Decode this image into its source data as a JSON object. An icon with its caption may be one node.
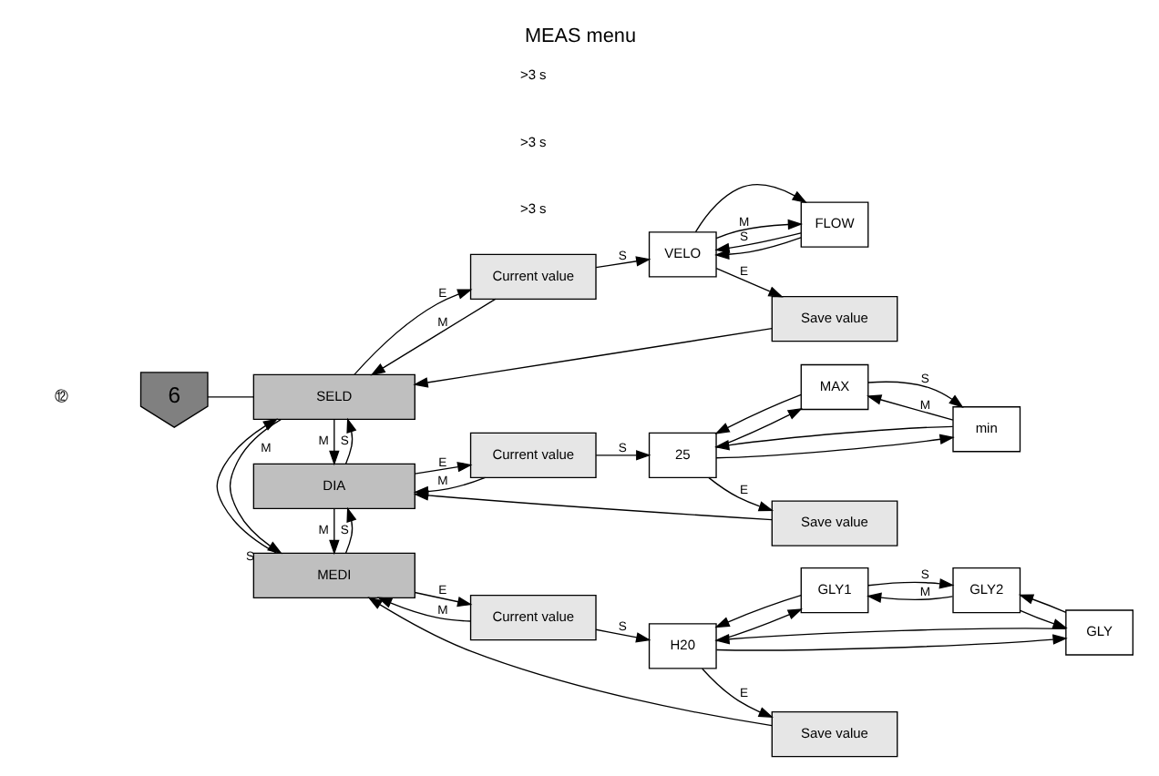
{
  "diagram": {
    "title": "MEAS menu",
    "nodes": [
      {
        "text": [
          "6"
        ]
      },
      {
        "text": [
          "SELD"
        ]
      },
      {
        "text": [
          "DIA"
        ]
      },
      {
        "text": [
          "MEDI"
        ]
      },
      {
        "text": [
          "Current value"
        ]
      },
      {
        "text": [
          "Save value"
        ]
      },
      {
        "text": [
          "VELO"
        ]
      },
      {
        "text": [
          "FLOW"
        ]
      },
      {
        "text": [
          "Current value"
        ]
      },
      {
        "text": [
          "Save value"
        ]
      },
      {
        "text": [
          "25"
        ]
      },
      {
        "text": [
          "MAX"
        ]
      },
      {
        "text": [
          "min"
        ]
      },
      {
        "text": [
          "Current value"
        ]
      },
      {
        "text": [
          "Save value"
        ]
      },
      {
        "text": [
          "H20"
        ]
      },
      {
        "text": [
          "GLY1"
        ]
      },
      {
        "text": [
          "GLY2"
        ]
      },
      {
        "text": [
          "GLY"
        ]
      }
    ],
    "edges": [
      {
        "from": 0,
        "to": 1,
        "arrow": "none"
      },
      {
        "from": 1,
        "to": 3,
        "arrow": "to",
        "label": "S"
      },
      {
        "from": 3,
        "to": 1,
        "arrow": "to",
        "label": "M"
      },
      {
        "from": 1,
        "to": 2,
        "arrow": "to",
        "label": "M"
      },
      {
        "from": 2,
        "to": 1,
        "arrow": "to",
        "label": "S"
      },
      {
        "from": 2,
        "to": 3,
        "arrow": "to",
        "label": "M"
      },
      {
        "from": 3,
        "to": 2,
        "arrow": "to",
        "label": "S"
      },
      {
        "from": 1,
        "to": 4,
        "arrow": "to",
        "label": "E"
      },
      {
        "from": 4,
        "to": 1,
        "arrow": "to",
        "label": "M"
      },
      {
        "from": 5,
        "to": 1,
        "arrow": "to"
      },
      {
        "from": 4,
        "to": 6,
        "arrow": "to",
        "label": "S"
      },
      {
        "from": 6,
        "to": 5,
        "arrow": "to",
        "label": "E"
      },
      {
        "from": 7,
        "to": 6,
        "arrow": "to",
        "label": "S"
      },
      {
        "from": 6,
        "to": 7,
        "arrow": "to"
      },
      {
        "from": 7,
        "to": 6,
        "arrow": "to"
      },
      {
        "from": 6,
        "to": 7,
        "arrow": "to",
        "label": "M"
      },
      {
        "from": 2,
        "to": 8,
        "arrow": "to",
        "label": "E"
      },
      {
        "from": 8,
        "to": 2,
        "arrow": "to",
        "label": "M"
      },
      {
        "from": 9,
        "to": 2,
        "arrow": "to"
      },
      {
        "from": 8,
        "to": 10,
        "arrow": "to",
        "label": "S"
      },
      {
        "from": 10,
        "to": 9,
        "arrow": "to",
        "label": "E"
      },
      {
        "from": 12,
        "to": 10,
        "arrow": "to"
      },
      {
        "from": 10,
        "to": 11,
        "arrow": "to"
      },
      {
        "from": 11,
        "to": 12,
        "arrow": "to",
        "label": "S"
      },
      {
        "from": 11,
        "to": 10,
        "arrow": "to"
      },
      {
        "from": 12,
        "to": 11,
        "arrow": "to",
        "label": "M"
      },
      {
        "from": 10,
        "to": 12,
        "arrow": "to"
      },
      {
        "from": 3,
        "to": 13,
        "arrow": "to",
        "label": "E"
      },
      {
        "from": 13,
        "to": 3,
        "arrow": "to",
        "label": "M"
      },
      {
        "from": 14,
        "to": 3,
        "arrow": "to"
      },
      {
        "from": 13,
        "to": 15,
        "arrow": "to",
        "label": "S"
      },
      {
        "from": 15,
        "to": 14,
        "arrow": "to",
        "label": "E"
      },
      {
        "from": 18,
        "to": 15,
        "arrow": "to"
      },
      {
        "from": 15,
        "to": 16,
        "arrow": "to"
      },
      {
        "from": 16,
        "to": 17,
        "arrow": "to",
        "label": "S"
      },
      {
        "from": 17,
        "to": 18,
        "arrow": "to"
      },
      {
        "from": 16,
        "to": 15,
        "arrow": "to"
      },
      {
        "from": 17,
        "to": 16,
        "arrow": "to",
        "label": "M"
      },
      {
        "from": 18,
        "to": 17,
        "arrow": "to"
      },
      {
        "from": 15,
        "to": 18,
        "arrow": "to"
      }
    ],
    "labels": [
      "⑫",
      ">3 s",
      ">3 s",
      ">3 s"
    ]
  }
}
